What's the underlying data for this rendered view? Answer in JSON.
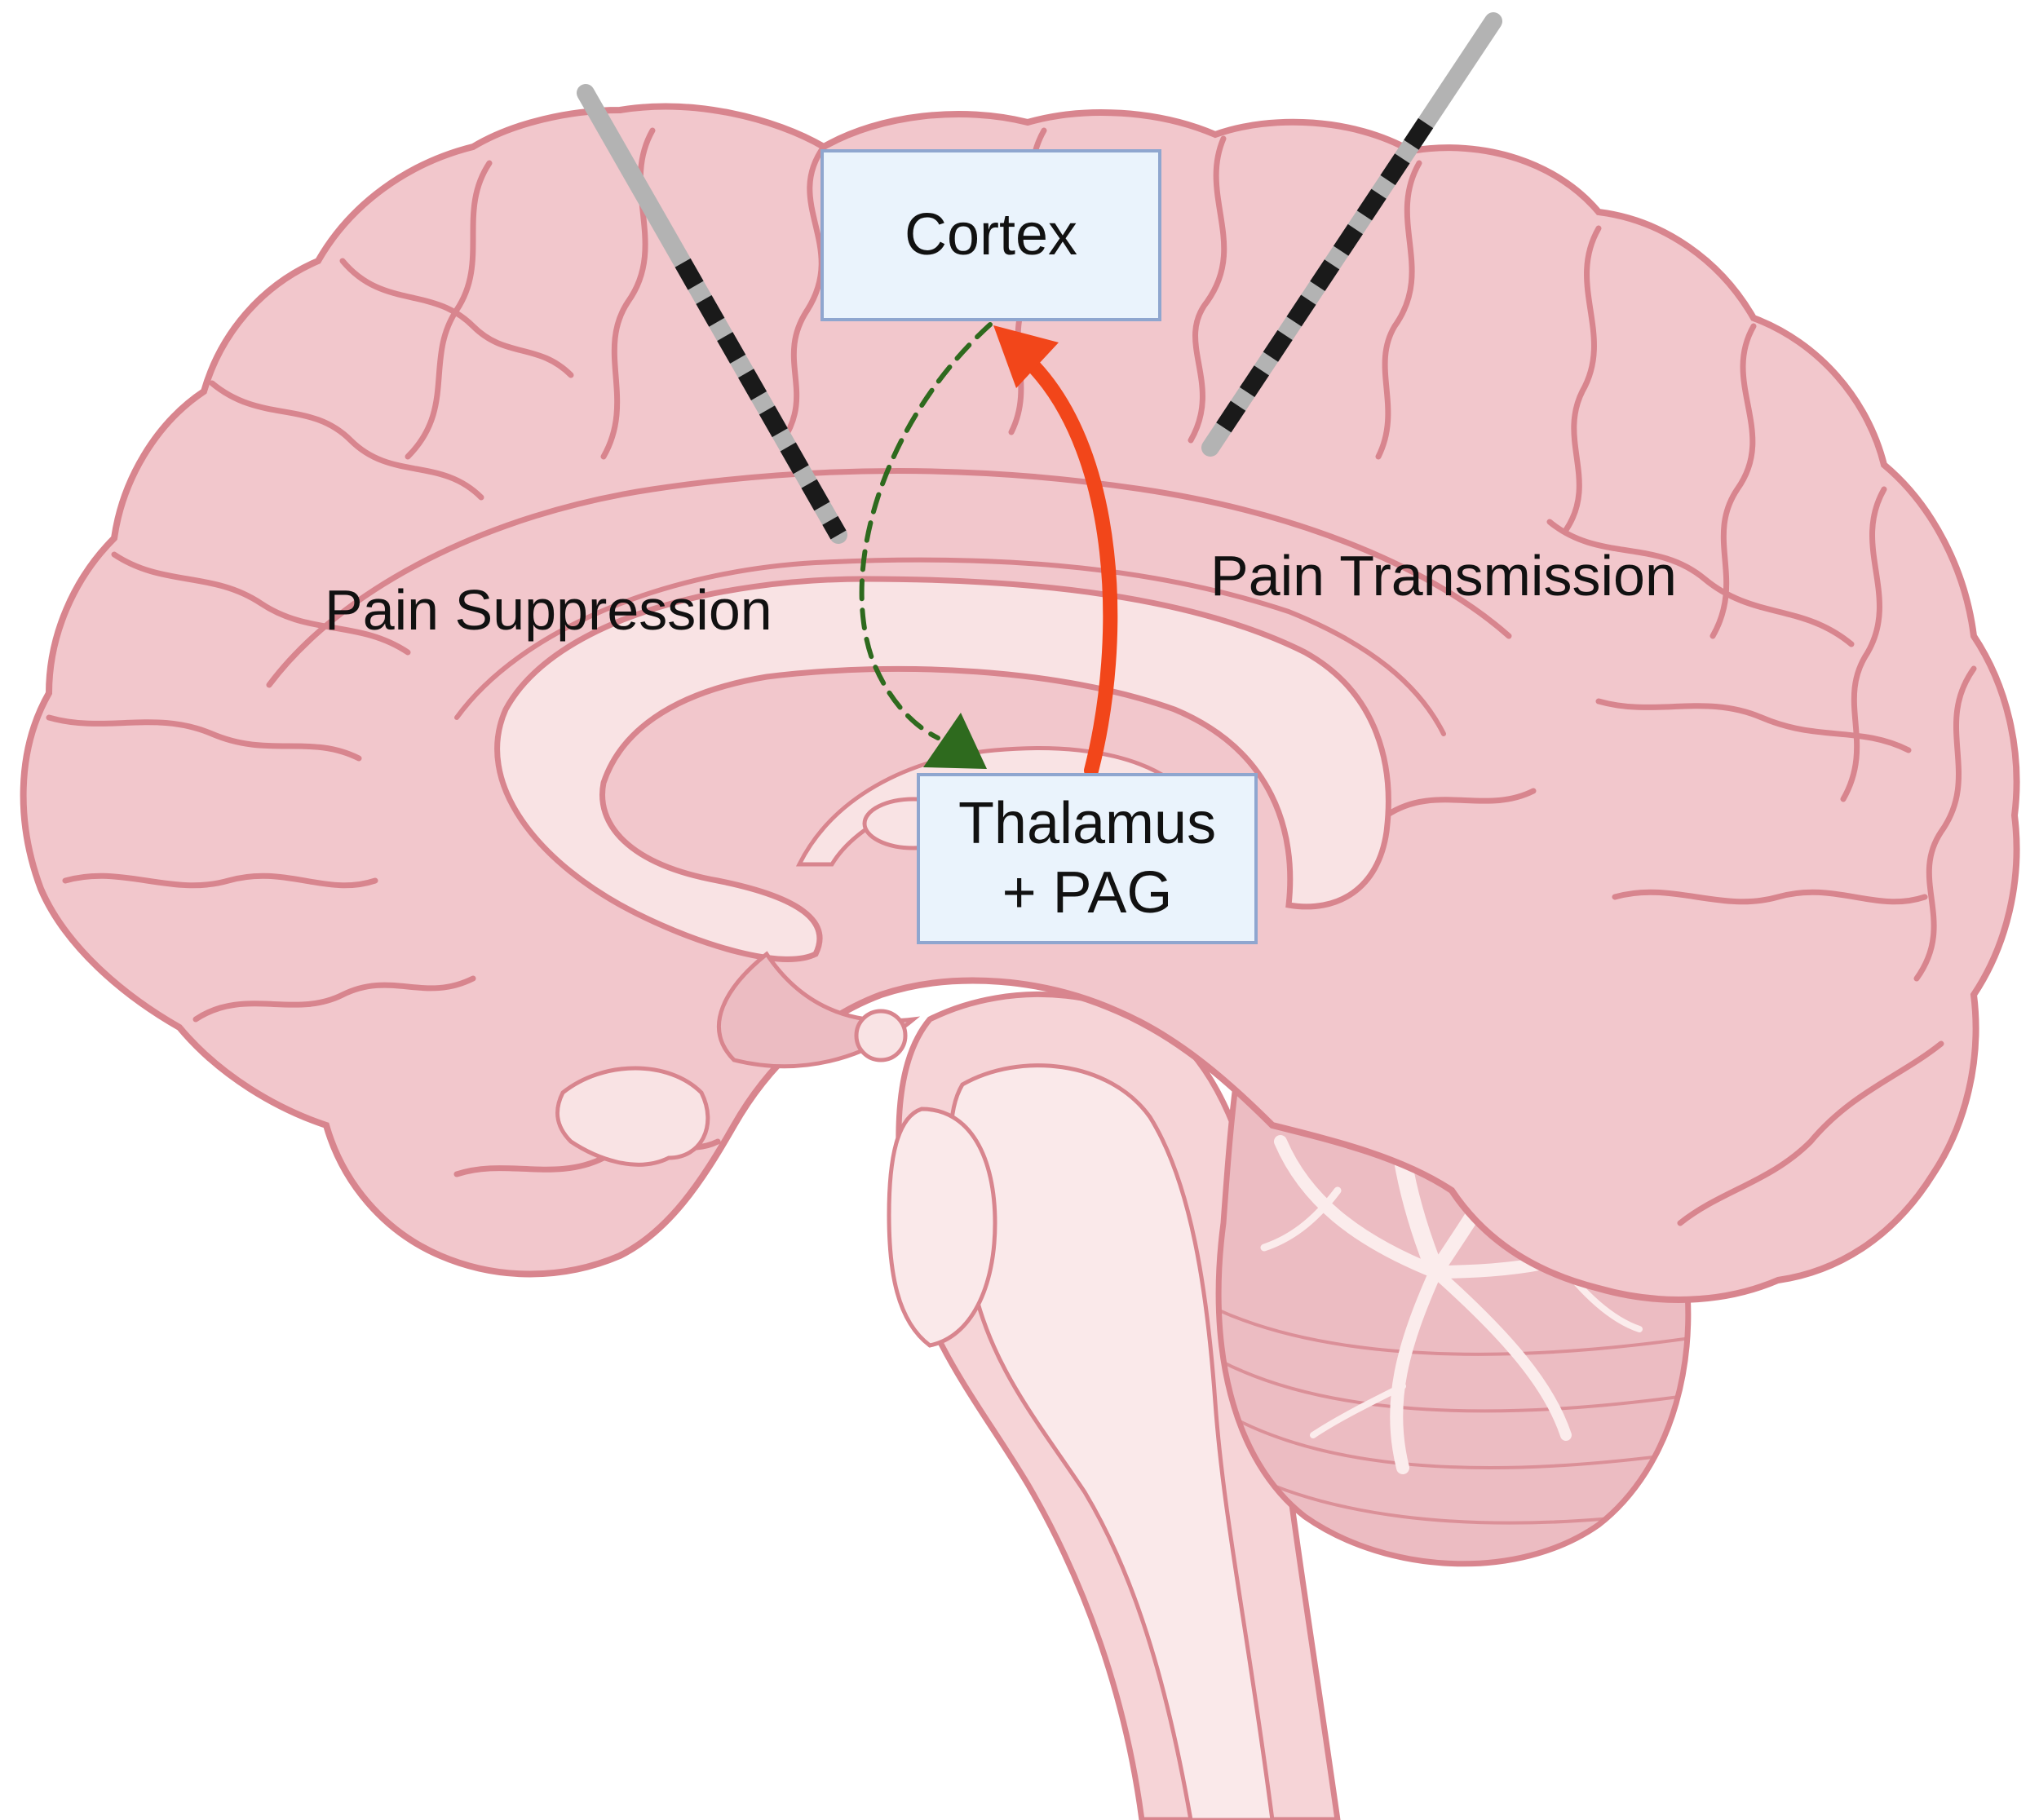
{
  "nodes": {
    "cortex": "Cortex",
    "thalamus_line1": "Thalamus",
    "thalamus_line2": "+ PAG"
  },
  "labels": {
    "pain_suppression": "Pain Suppression",
    "pain_transmission": "Pain Transmission"
  },
  "colors": {
    "brain_fill": "#f2c7cc",
    "brain_outline": "#d8858e",
    "ventricle": "#f9e3e4",
    "transmission_arrow": "#f2461a",
    "suppression_arrow": "#2e6a1e",
    "box_fill": "#eaf3fc",
    "box_border": "#8fa6cf"
  },
  "icons": {
    "left_probe": "electrode-icon",
    "right_probe": "electrode-icon"
  }
}
